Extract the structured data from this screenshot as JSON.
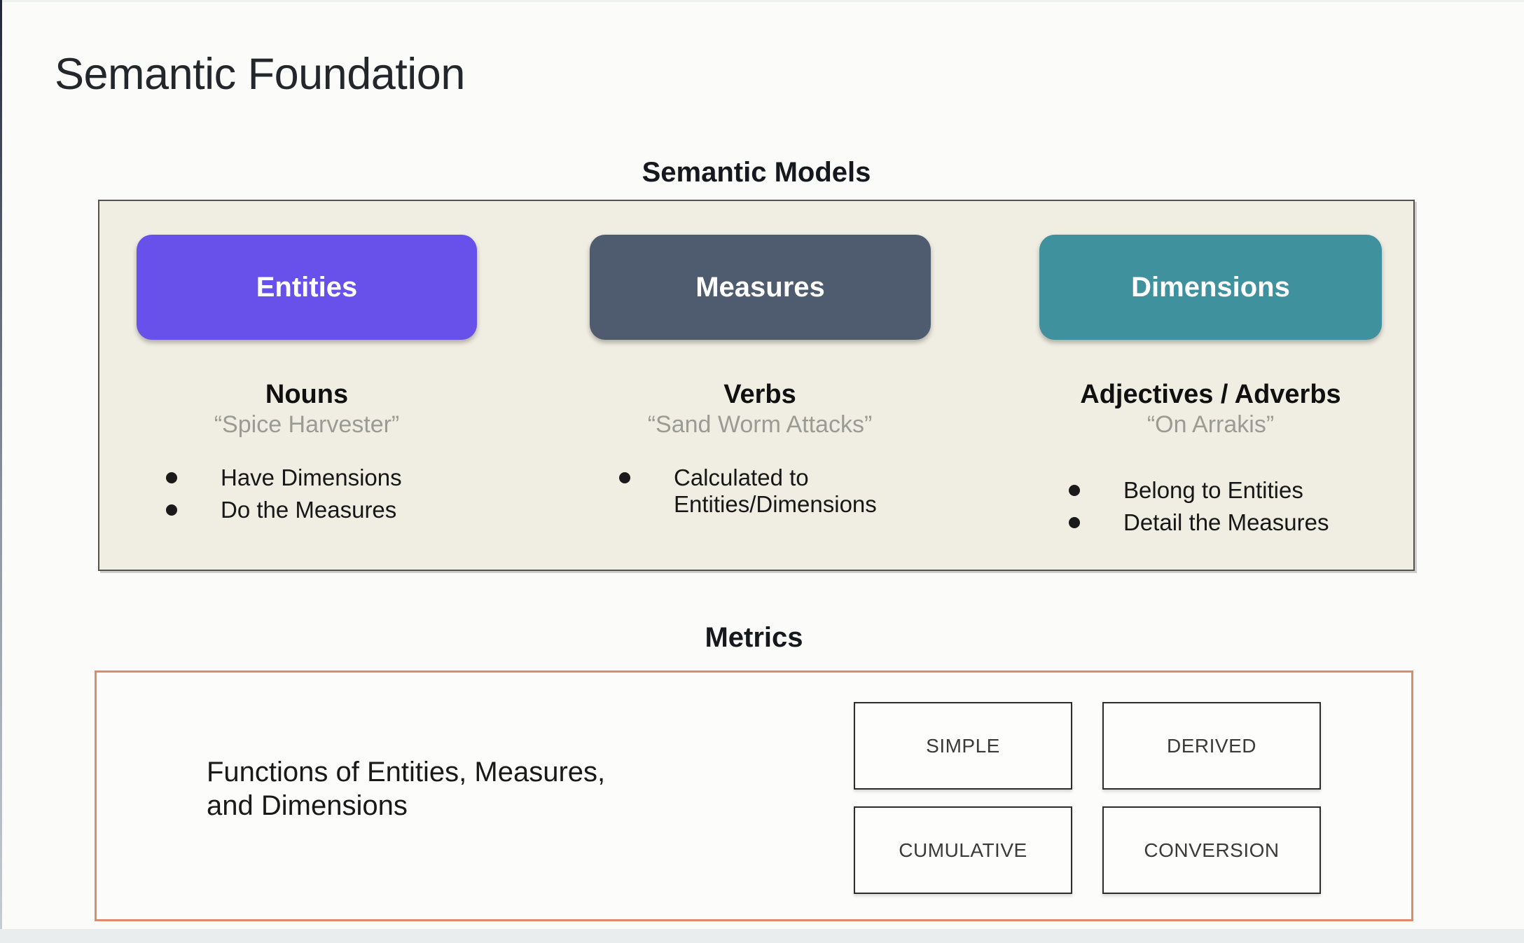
{
  "slide": {
    "title": "Semantic Foundation"
  },
  "semantic_models": {
    "heading": "Semantic Models",
    "panel_bg": "#F0EDE2",
    "columns": [
      {
        "box_label": "Entities",
        "box_color": "#6751EA",
        "heading": "Nouns",
        "quote": "“Spice Harvester”",
        "bullets": [
          "Have Dimensions",
          "Do the Measures"
        ]
      },
      {
        "box_label": "Measures",
        "box_color": "#4F5B6E",
        "heading": "Verbs",
        "quote": "“Sand Worm Attacks”",
        "bullets": [
          "Calculated to Entities/Dimensions"
        ]
      },
      {
        "box_label": "Dimensions",
        "box_color": "#3F919E",
        "heading": "Adjectives / Adverbs",
        "quote": "“On Arrakis”",
        "bullets": [
          "Belong to Entities",
          "Detail the Measures"
        ]
      }
    ]
  },
  "metrics": {
    "heading": "Metrics",
    "border_color": "#DF8A6A",
    "description_lines": [
      "Functions of Entities, Measures,",
      "and Dimensions"
    ],
    "types": [
      "SIMPLE",
      "DERIVED",
      "CUMULATIVE",
      "CONVERSION"
    ]
  }
}
